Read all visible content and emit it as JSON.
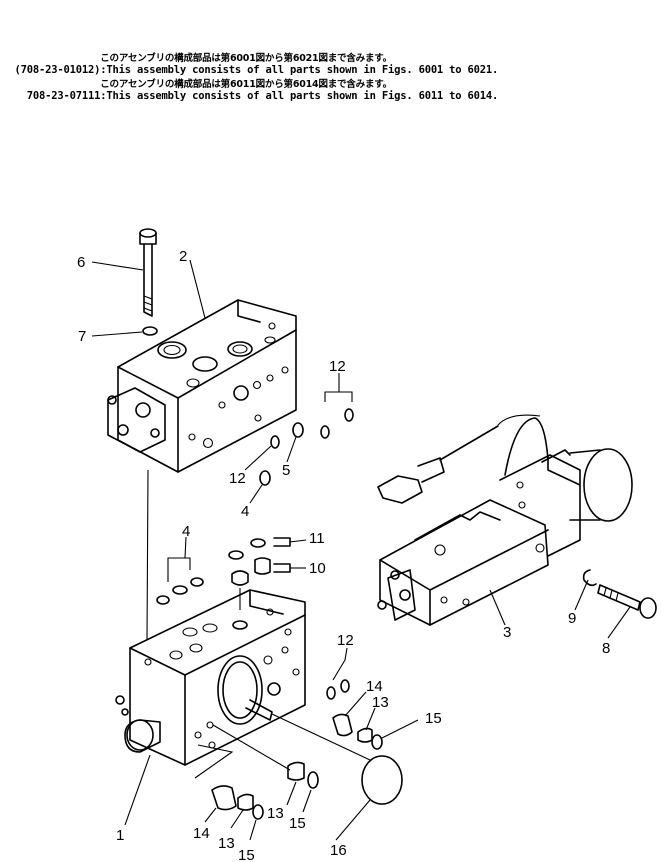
{
  "assembly_notes": [
    {
      "part_number": "",
      "text_jp": "このアセンブリの構成部品は第6001図から第6021図まで含みます。",
      "text_en": ""
    },
    {
      "part_number": "(708-23-01012)",
      "text_jp": "",
      "text_en": ":This assembly consists of all parts shown in Figs. 6001 to 6021."
    },
    {
      "part_number": "",
      "text_jp": "このアセンブリの構成部品は第6011図から第6014図まで含みます。",
      "text_en": ""
    },
    {
      "part_number": "708-23-07111",
      "text_jp": "",
      "text_en": ":This assembly consists of all parts shown in Figs. 6011 to 6014."
    }
  ],
  "callouts": [
    "6",
    "2",
    "7",
    "12",
    "12",
    "5",
    "4",
    "4",
    "11",
    "10",
    "3",
    "9",
    "8",
    "12",
    "14",
    "13",
    "15",
    "1",
    "13",
    "15",
    "14",
    "13",
    "16",
    "15"
  ]
}
